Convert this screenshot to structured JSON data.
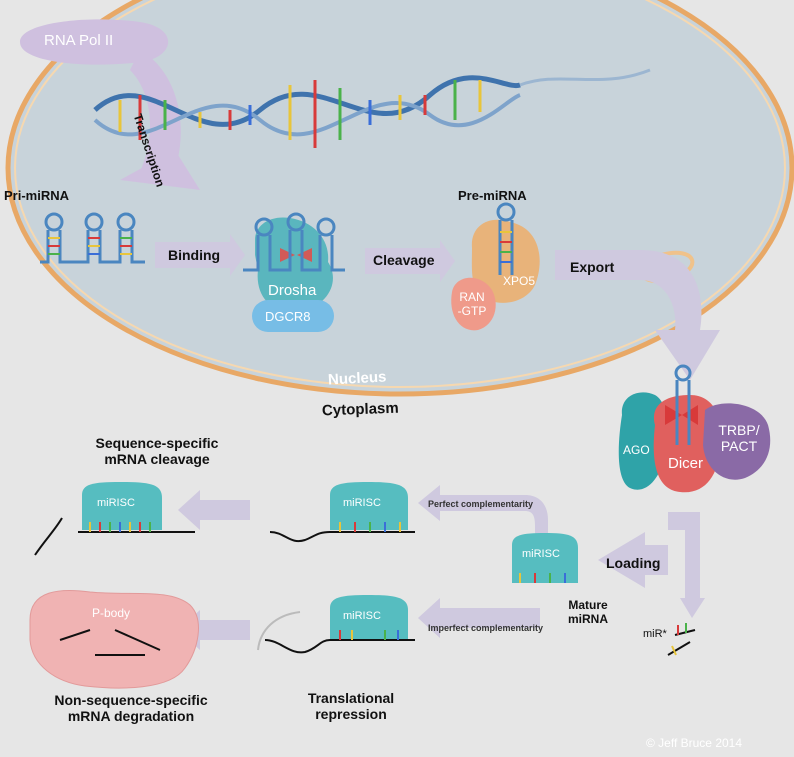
{
  "labels": {
    "rna_pol": "RNA Pol II",
    "transcription": "Transcription",
    "pri_mirna": "Pri-miRNA",
    "binding": "Binding",
    "drosha": "Drosha",
    "dgcr8": "DGCR8",
    "cleavage": "Cleavage",
    "pre_mirna": "Pre-miRNA",
    "xpo5": "XPO5",
    "ran_gtp_1": "RAN",
    "ran_gtp_2": "-GTP",
    "export": "Export",
    "nucleus": "Nucleus",
    "cytoplasm": "Cytoplasm",
    "ago": "AGO",
    "dicer": "Dicer",
    "trbp_1": "TRBP/",
    "trbp_2": "PACT",
    "loading": "Loading",
    "mature_1": "Mature",
    "mature_2": "miRNA",
    "mir_star": "miR*",
    "miriscs": [
      "miRISC",
      "miRISC",
      "miRISC",
      "miRISC"
    ],
    "perfect": "Perfect complementarity",
    "imperfect": "Imperfect complementarity",
    "seq_specific_1": "Sequence-specific",
    "seq_specific_2": "mRNA cleavage",
    "p_body": "P-body",
    "translational_1": "Translational",
    "translational_2": "repression",
    "nonseq_1": "Non-sequence-specific",
    "nonseq_2": "mRNA degradation",
    "copyright": "© Jeff Bruce 2014"
  },
  "colors": {
    "nucleus_fill": "#c8d3da",
    "nucleus_edge": "#f0c28a",
    "arrow": "#cfc9df",
    "risc": "#56bdc0",
    "drosha": "#5ab6be",
    "dgcr8": "#77bde6",
    "xpo5": "#e8b37a",
    "ran": "#ef9a8a",
    "dicer": "#e0605e",
    "trbp": "#8a6aa6",
    "pbody": "#f0b3b3",
    "hairpin": "#4a86c0"
  }
}
